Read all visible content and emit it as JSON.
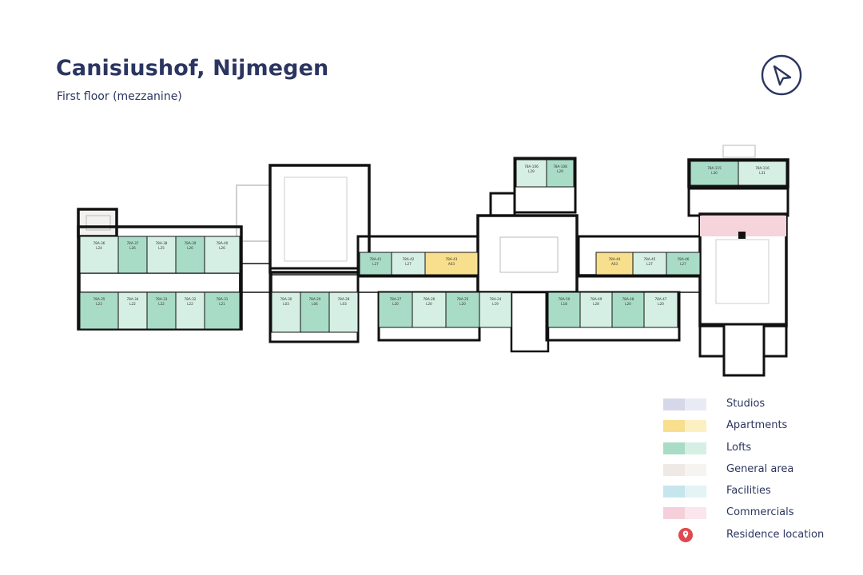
{
  "header": {
    "title": "Canisiushof, Nijmegen",
    "subtitle": "First floor (mezzanine)",
    "compass_icon": "north-arrow-icon"
  },
  "colors": {
    "title": "#2b3560",
    "wall": "#111111",
    "loft_dark": "#a9dcc6",
    "loft_light": "#d6efe4",
    "apartment_dark": "#f7df8d",
    "apartment_light": "#fcefc2",
    "commercial": "#f5d4dc"
  },
  "rooms": [
    {
      "id": "78A-36",
      "type": "L24"
    },
    {
      "id": "78A-37",
      "type": "L26"
    },
    {
      "id": "78A-38",
      "type": "L25"
    },
    {
      "id": "78A-39",
      "type": "L26"
    },
    {
      "id": "78A-40",
      "type": "L26"
    },
    {
      "id": "78A-35",
      "type": "L23"
    },
    {
      "id": "78A-34",
      "type": "L22"
    },
    {
      "id": "78A-33",
      "type": "L22"
    },
    {
      "id": "78A-32",
      "type": "L22"
    },
    {
      "id": "78A-31",
      "type": "L21"
    },
    {
      "id": "78A-30",
      "type": "L03"
    },
    {
      "id": "78A-29",
      "type": "L04"
    },
    {
      "id": "78A-28",
      "type": "L03"
    },
    {
      "id": "78A-41",
      "type": "L27"
    },
    {
      "id": "78A-42",
      "type": "L27"
    },
    {
      "id": "78A-43",
      "type": "A03"
    },
    {
      "id": "78A-27",
      "type": "L20"
    },
    {
      "id": "78A-26",
      "type": "L20"
    },
    {
      "id": "78A-25",
      "type": "L20"
    },
    {
      "id": "78A-24",
      "type": "L19"
    },
    {
      "id": "78A-106",
      "type": "L29"
    },
    {
      "id": "78A-108",
      "type": "L29"
    },
    {
      "id": "78A-44",
      "type": "A03"
    },
    {
      "id": "78A-45",
      "type": "L27"
    },
    {
      "id": "78A-46",
      "type": "L27"
    },
    {
      "id": "78A-50",
      "type": "L18"
    },
    {
      "id": "78A-49",
      "type": "L28"
    },
    {
      "id": "78A-48",
      "type": "L20"
    },
    {
      "id": "78A-47",
      "type": "L20"
    },
    {
      "id": "78A-115",
      "type": "L30"
    },
    {
      "id": "78A-116",
      "type": "L31"
    }
  ],
  "legend": [
    {
      "label": "Studios",
      "dark": "#d5d8e8",
      "light": "#e9ebf4",
      "icon": ""
    },
    {
      "label": "Apartments",
      "dark": "#f7df8d",
      "light": "#fcefc2",
      "icon": ""
    },
    {
      "label": "Lofts",
      "dark": "#a9dcc6",
      "light": "#d6efe4",
      "icon": ""
    },
    {
      "label": "General area",
      "dark": "#eee9e4",
      "light": "#f6f4f1",
      "icon": ""
    },
    {
      "label": "Facilities",
      "dark": "#c5e6ec",
      "light": "#e3f3f6",
      "icon": ""
    },
    {
      "label": "Commercials",
      "dark": "#f5d0da",
      "light": "#fae6ec",
      "icon": ""
    },
    {
      "label": "Residence location",
      "dark": "",
      "light": "",
      "icon": "location-pin-icon",
      "pin_color": "#e0484d"
    }
  ]
}
